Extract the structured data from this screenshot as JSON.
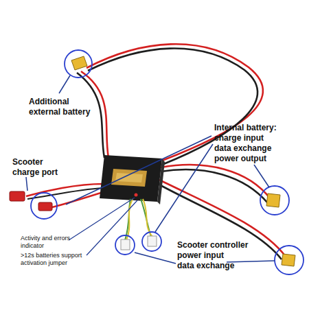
{
  "diagram": {
    "labels": [
      "Additional external battery",
      "Internal battery: charge input data exchange power output",
      "Scooter charge port",
      "Activity and errors indicator",
      ">12s batteries support activation jumper",
      "Scooter controller power input data exchange"
    ]
  }
}
